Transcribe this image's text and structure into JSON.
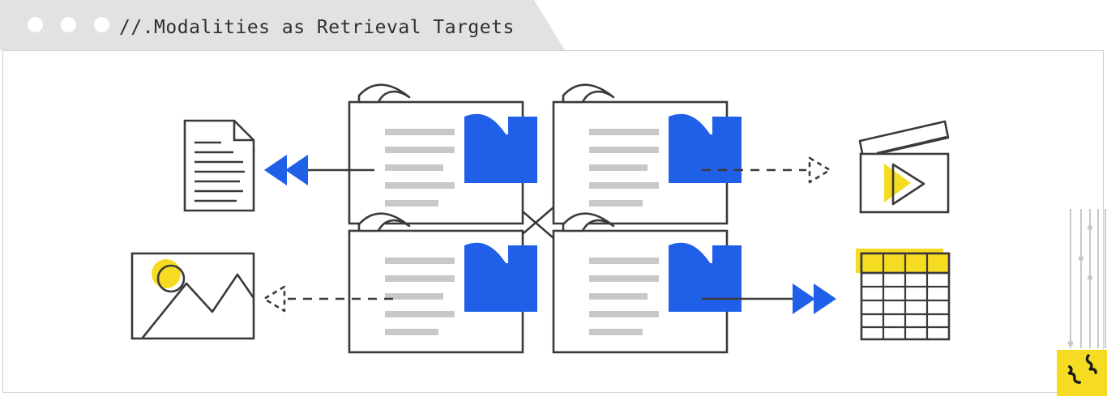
{
  "window": {
    "title": "//.Modalities as Retrieval Targets",
    "dots": [
      "dot-1",
      "dot-2",
      "dot-3"
    ],
    "titlebar_color": "#e2e2e2"
  },
  "theme": {
    "blue": "#2060E8",
    "yellow": "#F5DC23",
    "outline": "#3a3a3a",
    "line_gray": "#c8c8c8",
    "frame_border": "#cfcfcf",
    "background": "#ffffff"
  },
  "diagram": {
    "name": "modalities-retrieval-diagram",
    "cards": [
      {
        "id": "card-top-left",
        "line_widths": [
          85,
          85,
          70,
          85,
          65
        ],
        "label": "document-card"
      },
      {
        "id": "card-top-right",
        "line_widths": [
          85,
          85,
          70,
          85,
          65
        ],
        "label": "document-card"
      },
      {
        "id": "card-bottom-left",
        "line_widths": [
          85,
          85,
          70,
          85,
          65
        ],
        "label": "document-card"
      },
      {
        "id": "card-bottom-right",
        "line_widths": [
          85,
          85,
          70,
          85,
          65
        ],
        "label": "document-card"
      }
    ],
    "modalities": [
      {
        "id": "text-document",
        "name": "text-document-icon",
        "position": "top-left",
        "accent": "#F5DC23",
        "text_lines": 7
      },
      {
        "id": "video-clip",
        "name": "video-clapperboard-icon",
        "position": "top-right",
        "accent": "#F5DC23"
      },
      {
        "id": "image-photo",
        "name": "image-photo-icon",
        "position": "bottom-left",
        "accent": "#F5DC23"
      },
      {
        "id": "table-grid",
        "name": "table-grid-icon",
        "position": "bottom-right",
        "accent": "#F5DC23",
        "columns": 4,
        "rows": 6
      }
    ],
    "connectors": [
      {
        "id": "connector-to-document",
        "name": "arrow-left-solid-double",
        "style": "solid",
        "direction": "left",
        "color": "#2060E8"
      },
      {
        "id": "connector-to-video",
        "name": "arrow-right-dashed-hollow",
        "style": "dashed",
        "direction": "right",
        "color": "#3a3a3a"
      },
      {
        "id": "connector-to-image",
        "name": "arrow-left-dashed-hollow",
        "style": "dashed",
        "direction": "left",
        "color": "#3a3a3a"
      },
      {
        "id": "connector-to-table",
        "name": "arrow-right-solid-double",
        "style": "solid",
        "direction": "right",
        "color": "#2060E8"
      },
      {
        "id": "connector-crossover",
        "name": "crossover-x-link",
        "style": "solid",
        "direction": "cross",
        "color": "#3a3a3a"
      }
    ],
    "decoration": {
      "name": "corner-strands",
      "strand_count": 5,
      "badge_glyph": "{ }",
      "badge_color": "#F5DC23"
    }
  }
}
